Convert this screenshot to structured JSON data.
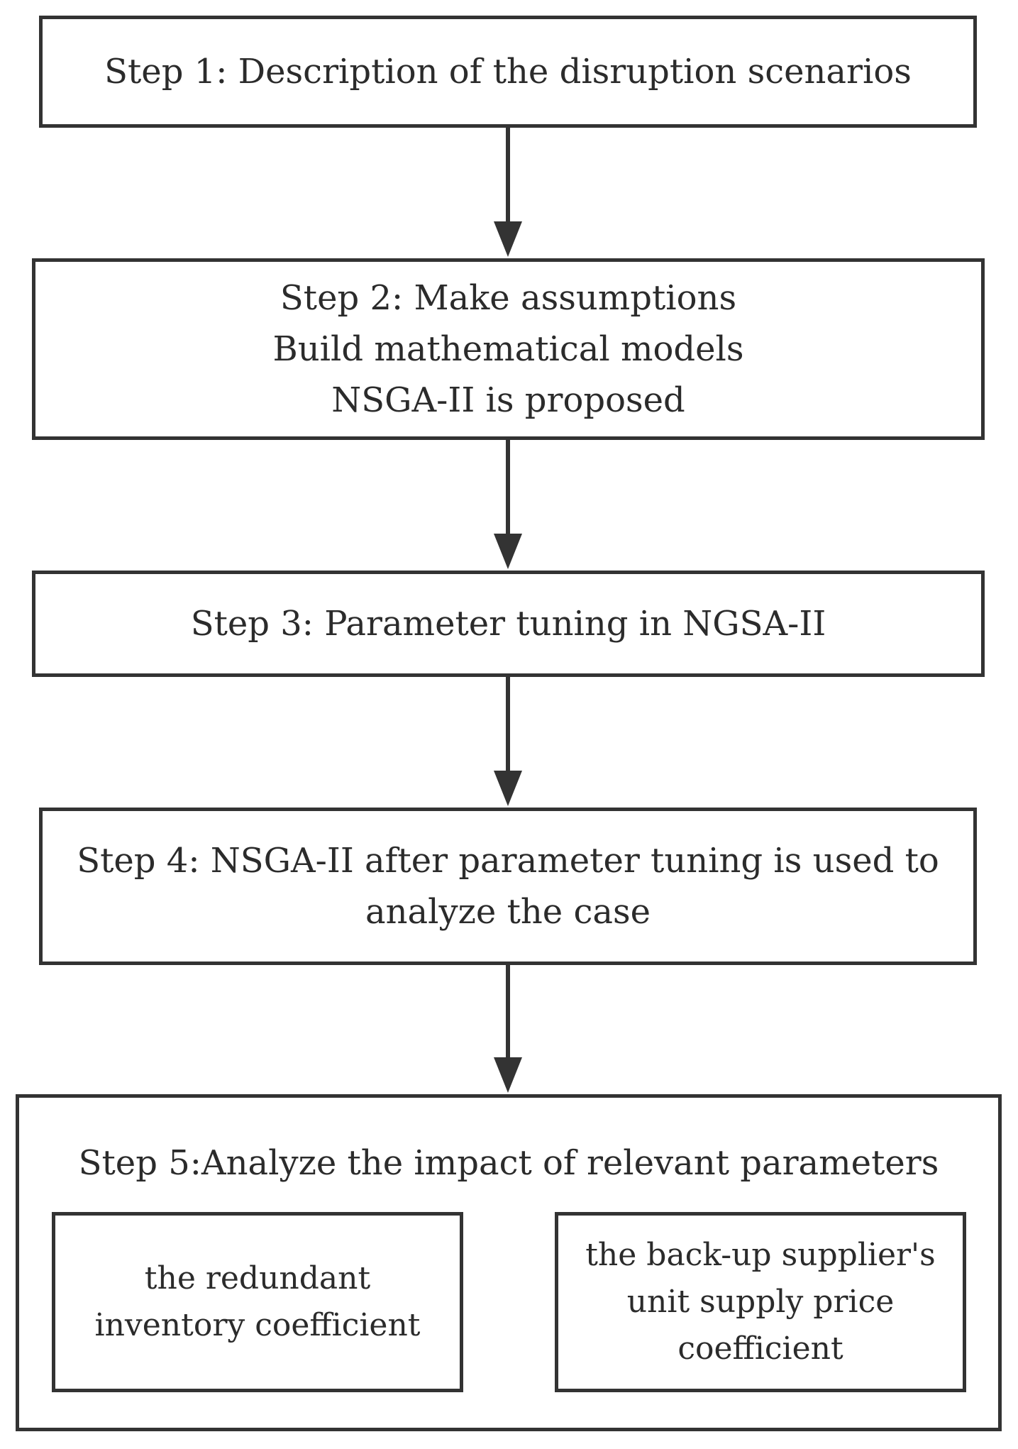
{
  "steps": {
    "step1": {
      "lines": [
        "Step 1: Description of the disruption scenarios"
      ]
    },
    "step2": {
      "lines": [
        "Step 2: Make assumptions",
        "Build mathematical models",
        "NSGA-II is proposed"
      ]
    },
    "step3": {
      "lines": [
        "Step 3: Parameter tuning in NGSA-II"
      ]
    },
    "step4": {
      "lines": [
        "Step 4: NSGA-II after parameter tuning is used to",
        "analyze the case"
      ]
    },
    "step5": {
      "title": "Step 5:Analyze the impact of relevant parameters",
      "sub1": {
        "lines": [
          "the redundant",
          "inventory coefficient"
        ]
      },
      "sub2": {
        "lines": [
          "the back-up supplier's",
          "unit supply price",
          "coefficient"
        ]
      }
    }
  },
  "colors": {
    "stroke": "#333333",
    "text": "#2b2b2b",
    "background": "#ffffff"
  }
}
